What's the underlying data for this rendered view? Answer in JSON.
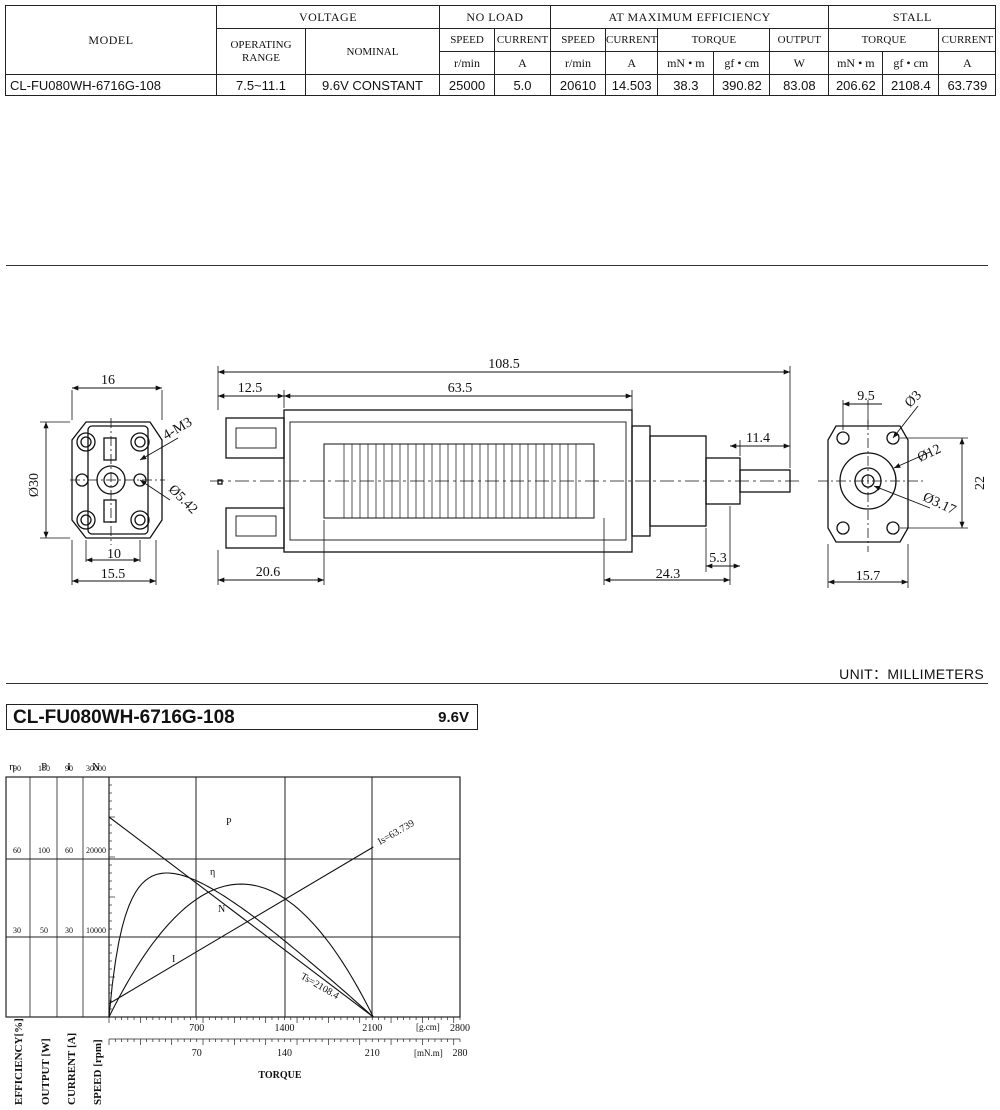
{
  "spec_table": {
    "headers": {
      "model": "MODEL",
      "voltage": "VOLTAGE",
      "no_load": "NO LOAD",
      "max_eff": "AT MAXIMUM EFFICIENCY",
      "stall": "STALL",
      "operating_range": "OPERATING RANGE",
      "nominal": "NOMINAL",
      "speed": "SPEED",
      "current": "CURRENT",
      "torque": "TORQUE",
      "output": "OUTPUT"
    },
    "units": {
      "speed_nl": "r/min",
      "current_nl": "A",
      "speed_me": "r/min",
      "current_me": "A",
      "torque_mn": "mN • m",
      "torque_gf": "gf • cm",
      "output_w": "W",
      "stall_torque_mn": "mN • m",
      "stall_torque_gf": "gf • cm",
      "stall_current": "A"
    },
    "row": {
      "model": "CL-FU080WH-6716G-108",
      "operating_range": "7.5~11.1",
      "nominal": "9.6V CONSTANT",
      "nl_speed": "25000",
      "nl_current": "5.0",
      "me_speed": "20610",
      "me_current": "14.503",
      "me_torque_mn": "38.3",
      "me_torque_gf": "390.82",
      "me_output": "83.08",
      "stall_torque_mn": "206.62",
      "stall_torque_gf": "2108.4",
      "stall_current": "63.739"
    }
  },
  "drawing": {
    "dims": {
      "w16": "16",
      "d30": "Ø30",
      "m3": "4-M3",
      "d542": "Ø5.42",
      "w10": "10",
      "w155": "15.5",
      "l1085": "108.5",
      "l125": "12.5",
      "l635": "63.5",
      "l114": "11.4",
      "l206": "20.6",
      "l243": "24.3",
      "l53": "5.3",
      "w95": "9.5",
      "d3": "Ø3",
      "d12": "Ø12",
      "h22": "22",
      "d317": "Ø3.17",
      "w157": "15.7"
    },
    "unit_note": "UNIT：MILLIMETERS"
  },
  "performance": {
    "title": "CL-FU080WH-6716G-108",
    "voltage": "9.6V",
    "axis_symbols": {
      "eff": "η",
      "out": "P",
      "cur": "I",
      "spd": "N"
    },
    "axis_labels": {
      "eff": "EFFICIENCY[%]",
      "out": "OUTPUT  [W]",
      "cur": "CURRENT  [A]",
      "spd": "SPEED  [rpm]",
      "torque": "TORQUE",
      "unit_gcm": "[g.cm]",
      "unit_mnm": "[mN.m]"
    },
    "curve_labels": {
      "p": "P",
      "eta": "η",
      "n": "N",
      "i": "I",
      "is": "Is=63.739",
      "ts": "Ts=2108.4"
    }
  },
  "chart_data": {
    "type": "line",
    "title": "CL-FU080WH-6716G-108",
    "xlabel": "TORQUE",
    "x_ticks_gcm": [
      "700",
      "1400",
      "2100",
      "2800"
    ],
    "x_ticks_mnm": [
      "70",
      "140",
      "210",
      "280"
    ],
    "xlim_gcm": [
      0,
      2800
    ],
    "y_axes": [
      {
        "name": "EFFICIENCY[%]",
        "symbol": "η",
        "ticks": [
          "30",
          "60",
          "90"
        ],
        "range": [
          0,
          90
        ]
      },
      {
        "name": "OUTPUT [W]",
        "symbol": "P",
        "ticks": [
          "50",
          "100",
          "150"
        ],
        "range": [
          0,
          150
        ]
      },
      {
        "name": "CURRENT [A]",
        "symbol": "I",
        "ticks": [
          "30",
          "60",
          "90"
        ],
        "range": [
          0,
          90
        ]
      },
      {
        "name": "SPEED [rpm]",
        "symbol": "N",
        "ticks": [
          "10000",
          "20000",
          "30000"
        ],
        "range": [
          0,
          30000
        ]
      }
    ],
    "no_load_speed": 25000,
    "no_load_current": 5.0,
    "stall_torque_gcm": 2108.4,
    "stall_current": 63.739,
    "max_output_w": 83.08,
    "grid": true
  }
}
